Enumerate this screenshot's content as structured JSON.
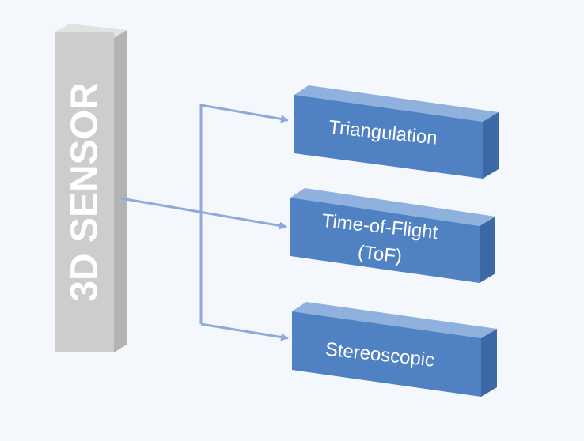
{
  "diagram": {
    "root_label": "3D SENSOR",
    "methods": [
      {
        "lines": [
          "Triangulation"
        ]
      },
      {
        "lines": [
          "Time-of-Flight",
          "(ToF)"
        ]
      },
      {
        "lines": [
          "Stereoscopic"
        ]
      }
    ]
  },
  "colors": {
    "background": "#f4f7fc",
    "sensor_front": "#cdcdcd",
    "sensor_side": "#b3b3b3",
    "sensor_top": "#e2e2e2",
    "box_front": "#4f81c3",
    "box_side": "#3c69a6",
    "box_top": "#8fb1de",
    "arrow": "#8eaadb"
  }
}
